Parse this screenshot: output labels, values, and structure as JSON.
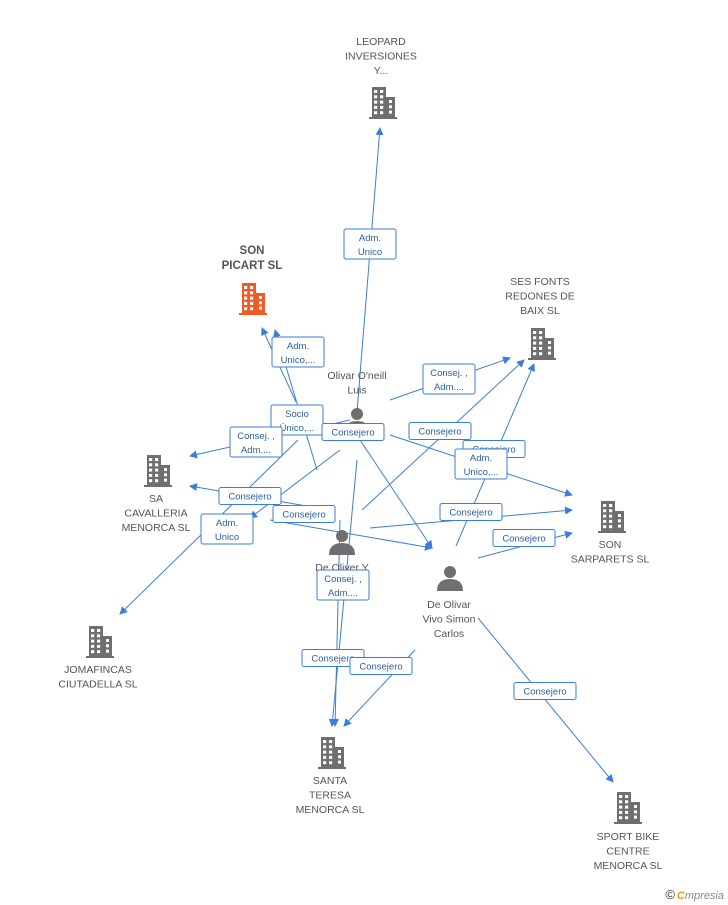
{
  "colors": {
    "edge": "#3a7fd5",
    "company": "#6f6f6f",
    "company_main": "#f15a24",
    "person": "#6f6f6f"
  },
  "nodes": [
    {
      "id": "leopard",
      "kind": "company",
      "label": [
        "LEOPARD",
        "INVERSIONES",
        "Y..."
      ]
    },
    {
      "id": "sonpicart",
      "kind": "company-main",
      "label": [
        "SON",
        "PICART SL"
      ]
    },
    {
      "id": "sesfonts",
      "kind": "company",
      "label": [
        "SES FONTS",
        "REDONES DE",
        "BAIX SL"
      ]
    },
    {
      "id": "sacavalleria",
      "kind": "company",
      "label": [
        "SA",
        "CAVALLERIA",
        "MENORCA SL"
      ]
    },
    {
      "id": "sonsarparets",
      "kind": "company",
      "label": [
        "SON",
        "SARPARETS SL"
      ]
    },
    {
      "id": "jomafincas",
      "kind": "company",
      "label": [
        "JOMAFINCAS",
        "CIUTADELLA SL"
      ]
    },
    {
      "id": "santateresa",
      "kind": "company",
      "label": [
        "SANTA",
        "TERESA",
        "MENORCA SL"
      ]
    },
    {
      "id": "sportbike",
      "kind": "company",
      "label": [
        "SPORT BIKE",
        "CENTRE",
        "MENORCA  SL"
      ]
    },
    {
      "id": "olivar",
      "kind": "person",
      "label": [
        "Olivar O'neill",
        "Luis"
      ]
    },
    {
      "id": "deoliverpartial",
      "kind": "person",
      "label": [
        "De Oliver Y",
        "J..."
      ]
    },
    {
      "id": "deolivarvivo",
      "kind": "person",
      "label": [
        "De Olivar",
        "Vivo Simon",
        "Carlos"
      ]
    }
  ],
  "badges": [
    {
      "id": "b1",
      "lines": [
        "Adm.",
        "Unico"
      ]
    },
    {
      "id": "b2",
      "lines": [
        "Adm.",
        "Unico,..."
      ]
    },
    {
      "id": "b3",
      "lines": [
        "Consej. ,",
        "Adm...."
      ]
    },
    {
      "id": "b4",
      "lines": [
        "Socio",
        "Único,..."
      ]
    },
    {
      "id": "b5",
      "lines": [
        "Consejero"
      ]
    },
    {
      "id": "b6",
      "lines": [
        "Consej. ,",
        "Adm...."
      ]
    },
    {
      "id": "b7",
      "lines": [
        "Consejero"
      ]
    },
    {
      "id": "b8",
      "lines": [
        "Consejero"
      ]
    },
    {
      "id": "b9",
      "lines": [
        "Adm.",
        "Unico,..."
      ]
    },
    {
      "id": "b10",
      "lines": [
        "Consejero"
      ]
    },
    {
      "id": "b11",
      "lines": [
        "Consejero"
      ]
    },
    {
      "id": "b12",
      "lines": [
        "Adm.",
        "Unico"
      ]
    },
    {
      "id": "b13",
      "lines": [
        "Consejero"
      ]
    },
    {
      "id": "b14",
      "lines": [
        "Consejero"
      ]
    },
    {
      "id": "b15",
      "lines": [
        "Consej. ,",
        "Adm...."
      ]
    },
    {
      "id": "b16",
      "lines": [
        "Consejero"
      ]
    },
    {
      "id": "b17",
      "lines": [
        "Consejero"
      ]
    },
    {
      "id": "b18",
      "lines": [
        "Consejero"
      ]
    }
  ],
  "footer": {
    "copyright": "©",
    "brand_first": "C",
    "brand_rest": "mpresia"
  }
}
